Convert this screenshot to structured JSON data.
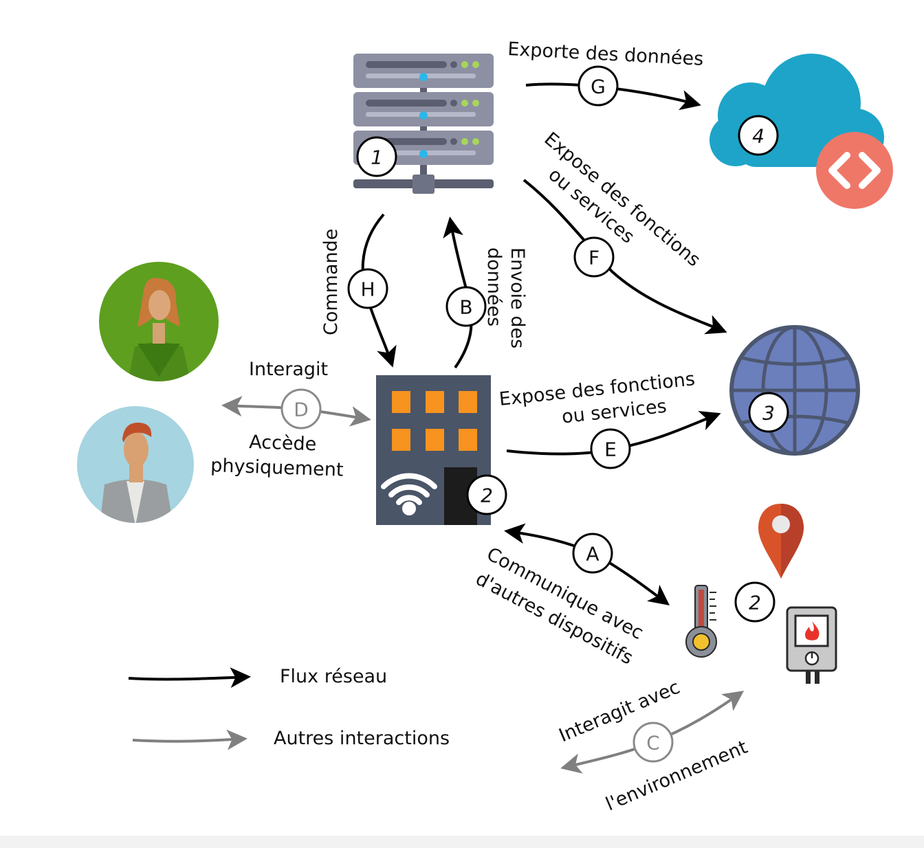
{
  "nodes": {
    "server": {
      "number": "1"
    },
    "device": {
      "number": "2"
    },
    "web": {
      "number": "3"
    },
    "cloud": {
      "number": "4"
    },
    "sensors": {
      "number": "2"
    }
  },
  "flows": {
    "A": {
      "letter": "A",
      "label_line1": "Communique avec",
      "label_line2": "d'autres dispositifs"
    },
    "B": {
      "letter": "B",
      "label_line1": "Envoie des",
      "label_line2": "données"
    },
    "C": {
      "letter": "C",
      "label_line1": "Interagit avec",
      "label_line2": "l'environnement"
    },
    "D": {
      "letter": "D",
      "label_top": "Interagit",
      "label_bottom_line1": "Accède",
      "label_bottom_line2": "physiquement"
    },
    "E": {
      "letter": "E",
      "label_line1": "Expose des fonctions",
      "label_line2": "ou services"
    },
    "F": {
      "letter": "F",
      "label_line1": "Expose des fonctions",
      "label_line2": "ou services"
    },
    "G": {
      "letter": "G",
      "label_line1": "Exporte des données"
    },
    "H": {
      "letter": "H",
      "label_line1": "Commande"
    }
  },
  "legend": {
    "network": "Flux réseau",
    "other": "Autres interactions"
  },
  "colors": {
    "network_arrow": "#000000",
    "other_arrow": "#808080",
    "server": "#7d8195",
    "building": "#4a5568",
    "window": "#f7931e",
    "globe": "#6b7fbd",
    "cloud": "#1ea4c8",
    "api_badge": "#ef7768",
    "pin": "#d9532a",
    "woman_bg": "#5e9f1f",
    "man_bg": "#a6d4e0"
  },
  "icons": [
    "server-rack-icon",
    "building-wifi-icon",
    "globe-icon",
    "cloud-icon",
    "code-brackets-icon",
    "location-pin-icon",
    "thermometer-icon",
    "thermostat-icon",
    "woman-avatar",
    "man-avatar"
  ]
}
